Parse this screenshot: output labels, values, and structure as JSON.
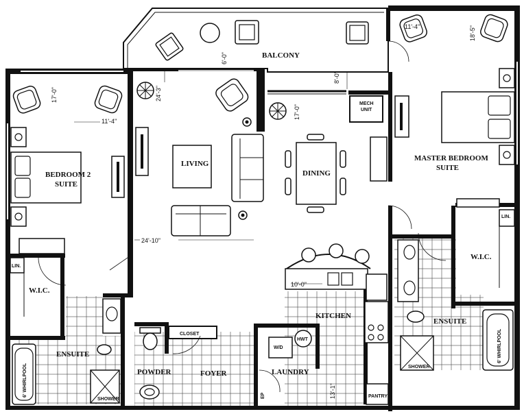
{
  "rooms": {
    "balcony": "BALCONY",
    "living": "LIVING",
    "dining": "DINING",
    "bedroom2_line1": "BEDROOM 2",
    "bedroom2_line2": "SUITE",
    "master_line1": "MASTER BEDROOM",
    "master_line2": "SUITE",
    "wic_left": "W.I.C.",
    "wic_right": "W.I.C.",
    "ensuite_left": "ENSUITE",
    "ensuite_right": "ENSUITE",
    "kitchen": "KITCHEN",
    "laundry": "LAUNDRY",
    "foyer": "FOYER",
    "powder": "POWDER",
    "closet": "CLOSET",
    "pantry": "PANTRY",
    "lin_left": "LIN.",
    "lin_right": "LIN.",
    "mech_line1": "MECH",
    "mech_line2": "UNIT",
    "wd": "W/D",
    "hwt": "HWT",
    "shower_left": "SHOWER",
    "shower_right": "SHOWER",
    "whirlpool_left": "6' WHIRLPOOL",
    "whirlpool_right": "6' WHIRLPOOL",
    "ep": "EP"
  },
  "dimensions": {
    "bed2_depth": "17'-0\"",
    "bed2_width": "11'-4\"",
    "living_depth": "24'-3\"",
    "balcony_depth": "6'-0\"",
    "balcony_offset": "8'-0\"",
    "dining_depth": "17'-0\"",
    "master_width": "11'-4\"",
    "master_depth": "18'-5\"",
    "living_width": "24'-10\"",
    "kitchen_width": "10'-0\"",
    "laundry_depth": "13'-1\""
  }
}
